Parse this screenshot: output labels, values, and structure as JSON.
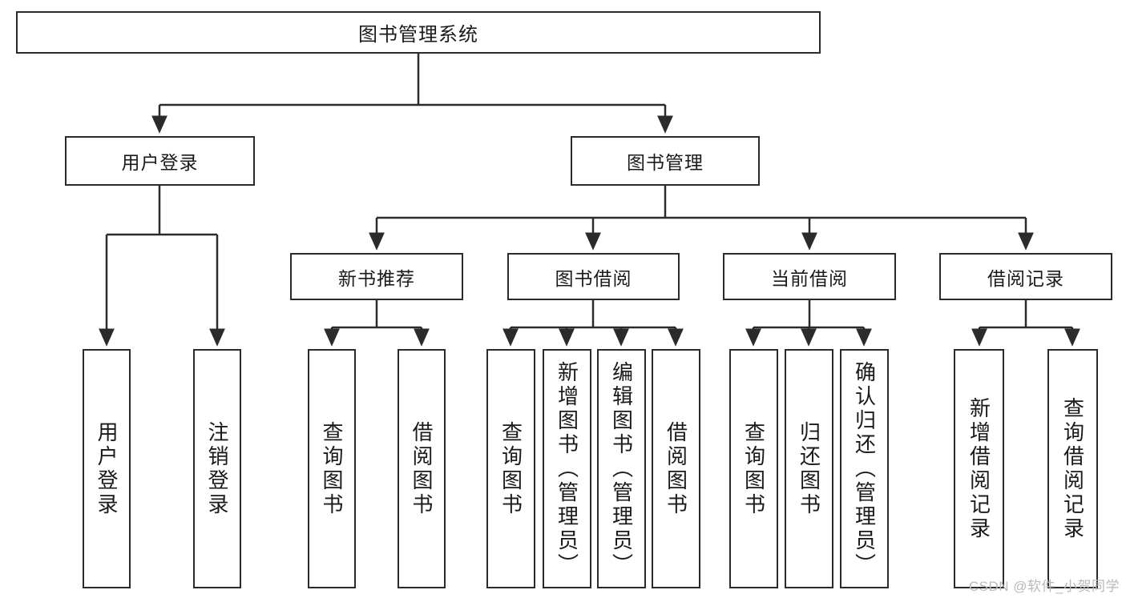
{
  "diagram": {
    "title": "图书管理系统",
    "watermark": "CSDN @软件_小贺同学",
    "colors": {
      "stroke": "#2b2b2b",
      "fill": "#ffffff",
      "text": "#1a1a1a",
      "watermark": "#b9b9b9"
    },
    "root": {
      "label": "图书管理系统"
    },
    "level2": [
      {
        "label": "用户登录"
      },
      {
        "label": "图书管理"
      }
    ],
    "level3": [
      {
        "label": "新书推荐"
      },
      {
        "label": "图书借阅"
      },
      {
        "label": "当前借阅"
      },
      {
        "label": "借阅记录"
      }
    ],
    "leaves": {
      "user_login": [
        {
          "label": "用户登录"
        },
        {
          "label": "注销登录"
        }
      ],
      "new_book": [
        {
          "label": "查询图书"
        },
        {
          "label": "借阅图书"
        }
      ],
      "borrow_book": [
        {
          "label": "查询图书"
        },
        {
          "label": "新增图书（管理员）"
        },
        {
          "label": "编辑图书（管理员）"
        },
        {
          "label": "借阅图书"
        }
      ],
      "current_borrow": [
        {
          "label": "查询图书"
        },
        {
          "label": "归还图书"
        },
        {
          "label": "确认归还（管理员）"
        }
      ],
      "borrow_record": [
        {
          "label": "新增借阅记录"
        },
        {
          "label": "查询借阅记录"
        }
      ]
    }
  }
}
